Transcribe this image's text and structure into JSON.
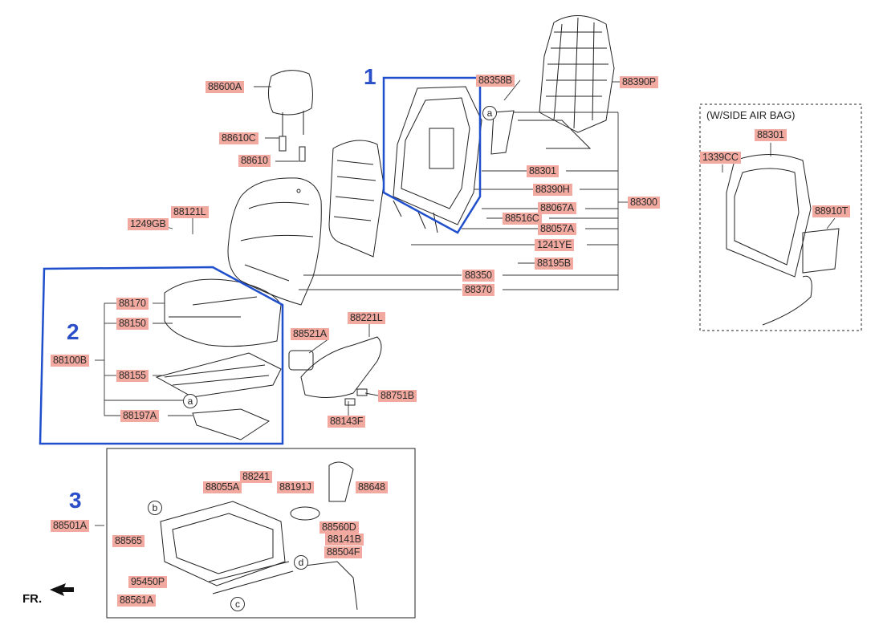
{
  "parts": {
    "p88600A": "88600A",
    "p88610C": "88610C",
    "p88610": "88610",
    "p88121L": "88121L",
    "p1249GB": "1249GB",
    "p88358B": "88358B",
    "p88390P": "88390P",
    "p88301": "88301",
    "p88390H": "88390H",
    "p88300": "88300",
    "p88067A": "88067A",
    "p88516C": "88516C",
    "p88057A": "88057A",
    "p1241YE": "1241YE",
    "p88195B": "88195B",
    "p88350": "88350",
    "p88370": "88370",
    "p88170": "88170",
    "p88150": "88150",
    "p88100B": "88100B",
    "p88155": "88155",
    "p88197A": "88197A",
    "p88521A": "88521A",
    "p88221L": "88221L",
    "p88751B": "88751B",
    "p88143F": "88143F",
    "p88241": "88241",
    "p88055A": "88055A",
    "p88191J": "88191J",
    "p88648": "88648",
    "p88501A": "88501A",
    "p88565": "88565",
    "p88560D": "88560D",
    "p88141B": "88141B",
    "p88504F": "88504F",
    "p95450P": "95450P",
    "p88561A": "88561A",
    "side_88301": "88301",
    "side_1339CC": "1339CC",
    "side_88910T": "88910T"
  },
  "sections": {
    "one": "1",
    "two": "2",
    "three": "3"
  },
  "callouts": {
    "a1": "a",
    "a2": "a",
    "b": "b",
    "c": "c",
    "d": "d"
  },
  "side_airbag_title": "(W/SIDE AIR BAG)",
  "front_label": "FR.",
  "colors": {
    "label_bg": "#f2aaa0",
    "section_blue": "#2a4fc9",
    "box_blue": "#1f4fcc"
  }
}
